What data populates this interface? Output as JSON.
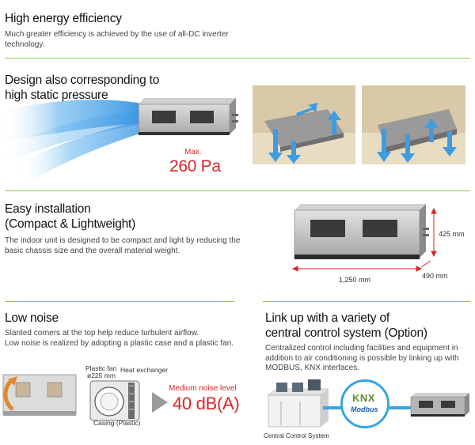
{
  "sections": {
    "energy": {
      "title": "High energy efficiency",
      "text_line1": "Much greater efficiency is achieved by the use of all-DC inverter",
      "text_line2": "technology."
    },
    "pressure": {
      "title_line1": "Design also corresponding to",
      "title_line2": "high static pressure",
      "max_label": "Max.",
      "value": "260 Pa"
    },
    "installation": {
      "title_line1": "Easy installation",
      "title_line2": "(Compact & Lightweight)",
      "text_line1": "The indoor unit is designed to be compact and light by reducing the",
      "text_line2": "basic chassis size and the overall material weight.",
      "dim_height": "425 mm",
      "dim_width": "1,250 mm",
      "dim_depth": "490 mm"
    },
    "noise": {
      "title": "Low noise",
      "text_line1": "Slanted corners at the top help reduce turbulent airflow.",
      "text_line2": "Low noise is realized by adopting a plastic case and a plastic fan.",
      "plastic_fan": "Plastic fan",
      "fan_size": "ø225 mm",
      "heat_exchanger": "Heat exchanger",
      "casing": "Casing (Plastic)",
      "level_label": "Medium noise level",
      "level_value": "40 dB(A)"
    },
    "control": {
      "title_line1": "Link up with a variety of",
      "title_line2": "central control system (Option)",
      "text_line1": "Centralized control including facilities and equipment in",
      "text_line2": "addition to air conditioning is possible by linking up with",
      "text_line3": "MODBUS, KNX interfaces.",
      "knx_label": "KNX",
      "modbus_label": "Modbus",
      "system_caption": "Central Control System"
    }
  },
  "colors": {
    "accent_green": "#8dc63f",
    "red": "#d9262b",
    "blue_arrow": "#3d9de0",
    "line_blue": "#3aa5e0"
  }
}
